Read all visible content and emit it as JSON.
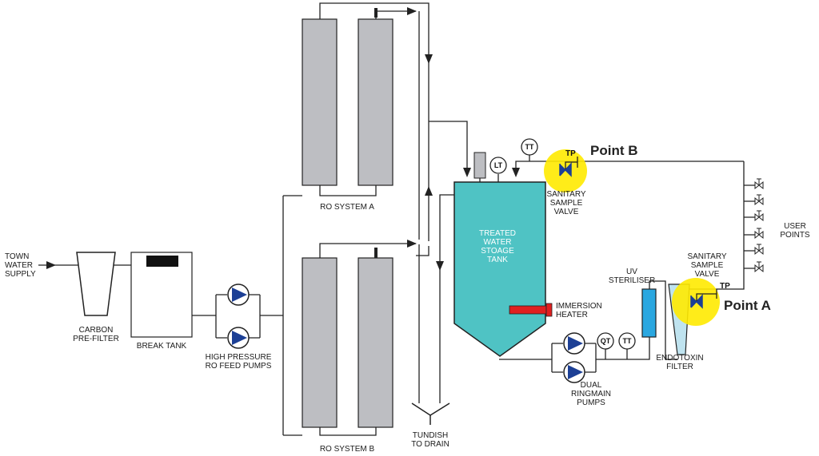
{
  "colors": {
    "pipe": "#222222",
    "ro_membrane": "#bdbec2",
    "tank": "#4fc3c4",
    "pump": "#1c3f95",
    "heater": "#e02020",
    "uv": "#2aa7e0",
    "endotoxin_filter": "#bfe3ef",
    "highlight": "#ffea00",
    "screen": "#111111"
  },
  "icons": [
    "pump-icon",
    "valve-icon",
    "instrument-icon",
    "arrow-icon",
    "tundish-icon"
  ],
  "labels": {
    "town_water_1": "TOWN",
    "town_water_2": "WATER",
    "town_water_3": "SUPPLY",
    "carbon_1": "CARBON",
    "carbon_2": "PRE-FILTER",
    "break_tank": "BREAK TANK",
    "hp_pumps_1": "HIGH PRESSURE",
    "hp_pumps_2": "RO FEED PUMPS",
    "ro_a": "RO SYSTEM A",
    "ro_b": "RO SYSTEM B",
    "tundish_1": "TUNDISH",
    "tundish_2": "TO DRAIN",
    "tank_1": "TREATED",
    "tank_2": "WATER",
    "tank_3": "STOAGE",
    "tank_4": "TANK",
    "heater_1": "IMMERSION",
    "heater_2": "HEATER",
    "ringmain_1": "DUAL",
    "ringmain_2": "RINGMAIN",
    "ringmain_3": "PUMPS",
    "uv_1": "UV",
    "uv_2": "STERILISER",
    "endotoxin_1": "ENDOTOXIN",
    "endotoxin_2": "FILTER",
    "sv_b_1": "SANITARY",
    "sv_b_2": "SAMPLE",
    "sv_b_3": "VALVE",
    "sv_a_1": "SANITARY",
    "sv_a_2": "SAMPLE",
    "sv_a_3": "VALVE",
    "user_1": "USER",
    "user_2": "POINTS",
    "point_a": "Point A",
    "point_b": "Point B",
    "tp": "TP"
  },
  "instruments": {
    "lt": "LT",
    "tt_top": "TT",
    "qt": "QT",
    "tt_bottom": "TT"
  }
}
